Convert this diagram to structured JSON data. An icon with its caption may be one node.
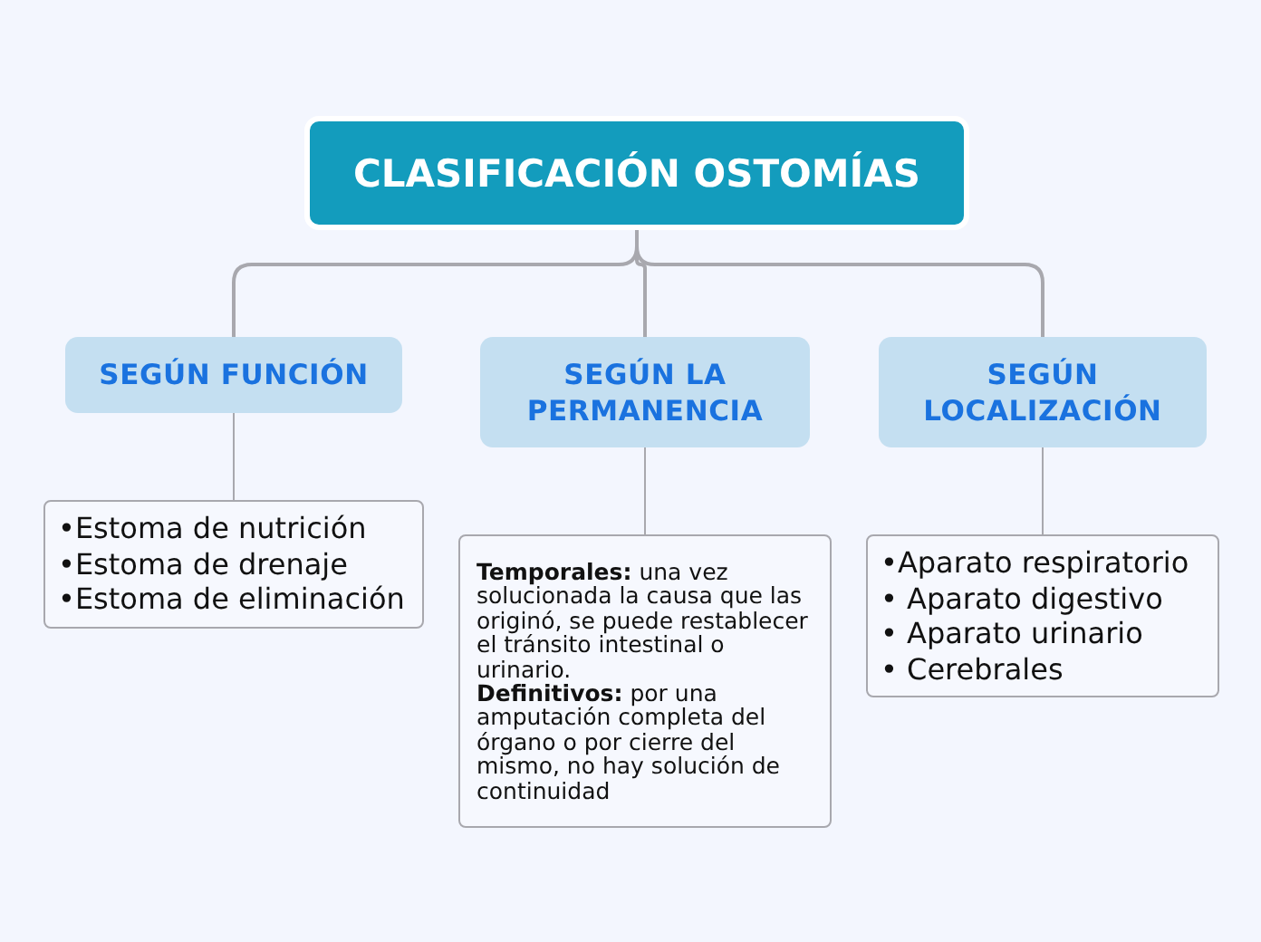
{
  "diagram": {
    "nodes": [
      {
        "text": [
          "CLASIFICACIÓN OSTOMÍAS"
        ]
      },
      {
        "text": [
          "SEGÚN FUNCIÓN"
        ]
      },
      {
        "text": [
          "SEGÚN LA PERMANENCIA"
        ]
      },
      {
        "text": [
          "SEGÚN LOCALIZACIÓN"
        ]
      },
      {
        "text": [
          "•Estoma de nutrición",
          "•Estoma de drenaje",
          "•Estoma de eliminación"
        ]
      },
      {
        "text": [
          "**Temporales:** una vez solucionada la causa que las originó, se puede restablecer el tránsito intestinal o urinario.",
          "**Definitivos:** por una amputación completa del órgano o por cierre del mismo, no hay solución de continuidad"
        ]
      },
      {
        "text": [
          "•Aparato respiratorio",
          "• Aparato digestivo",
          "• Aparato urinario",
          "• Cerebrales"
        ]
      }
    ],
    "edges": [
      {
        "from": 0,
        "to": 1,
        "arrow": "none"
      },
      {
        "from": 0,
        "to": 2,
        "arrow": "none"
      },
      {
        "from": 0,
        "to": 3,
        "arrow": "none"
      },
      {
        "from": 1,
        "to": 4,
        "arrow": "none"
      },
      {
        "from": 2,
        "to": 5,
        "arrow": "none"
      },
      {
        "from": 3,
        "to": 6,
        "arrow": "none"
      }
    ]
  }
}
